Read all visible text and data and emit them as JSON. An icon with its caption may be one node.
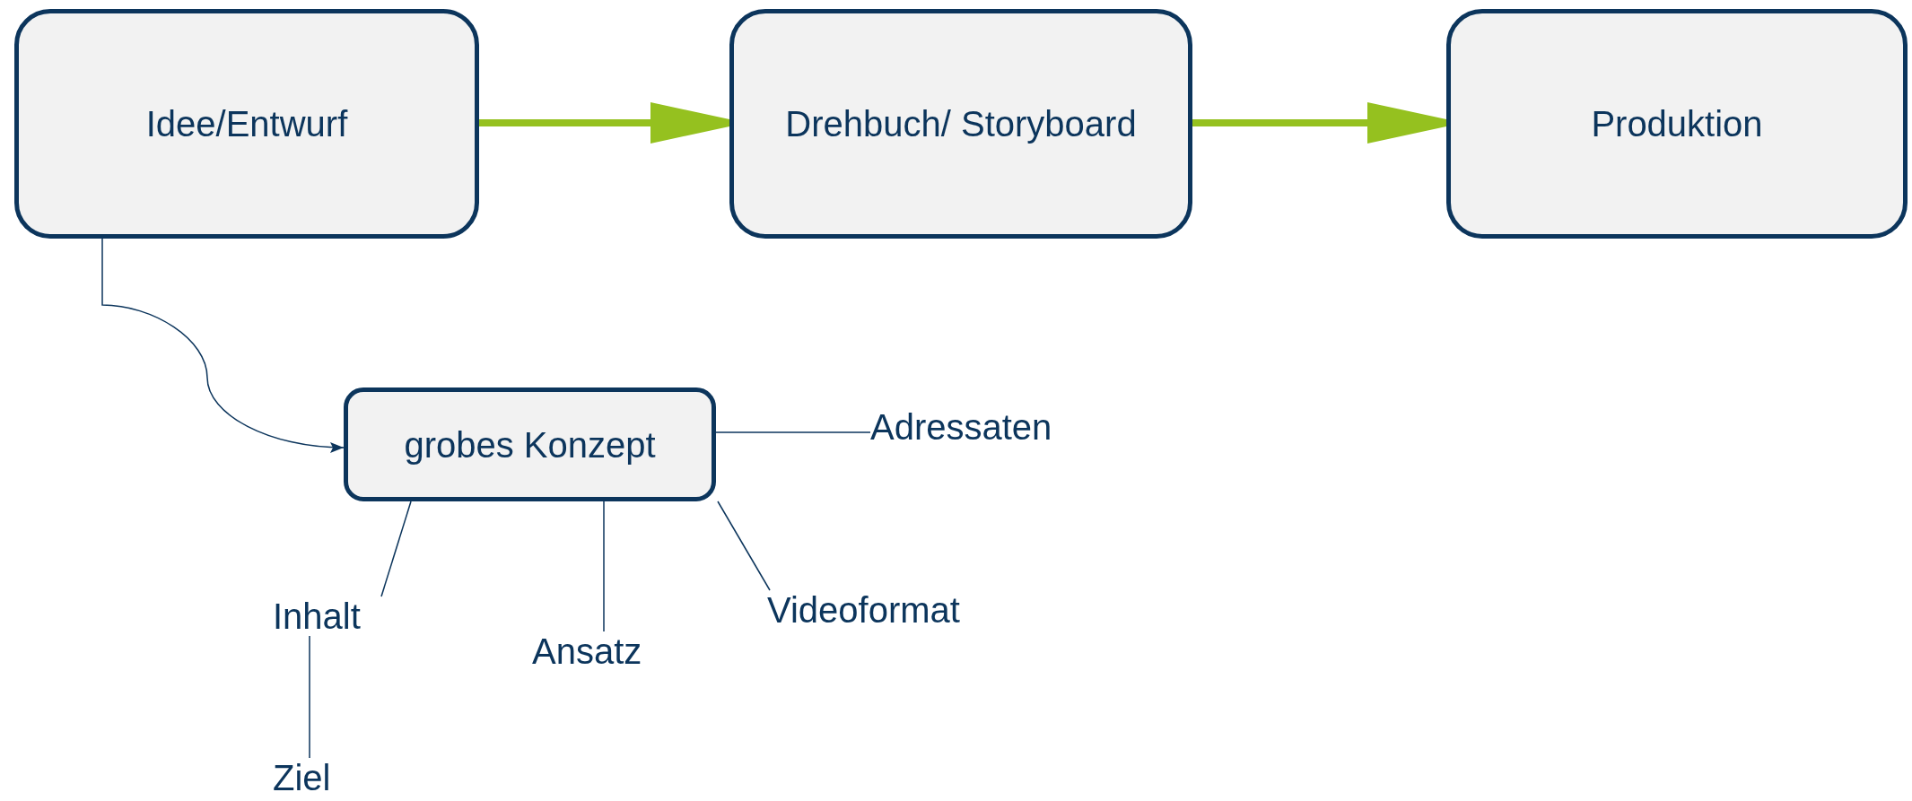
{
  "diagram": {
    "nodes": [
      {
        "text": [
          "Idee/Entwurf"
        ]
      },
      {
        "text": [
          "Drehbuch/ Storyboard"
        ]
      },
      {
        "text": [
          "Produktion"
        ]
      },
      {
        "text": [
          "grobes Konzept"
        ]
      },
      {
        "text": [
          "Adressaten"
        ]
      },
      {
        "text": [
          "Inhalt"
        ]
      },
      {
        "text": [
          "Ansatz"
        ]
      },
      {
        "text": [
          "Videoformat"
        ]
      },
      {
        "text": [
          "Ziel"
        ]
      }
    ],
    "edges": [
      {
        "from": 0,
        "to": 1,
        "arrow": "to",
        "style": "thick",
        "color": "#95c11f"
      },
      {
        "from": 1,
        "to": 2,
        "arrow": "to",
        "style": "thick",
        "color": "#95c11f"
      },
      {
        "from": 0,
        "to": 3,
        "arrow": "to"
      },
      {
        "from": 3,
        "to": 4,
        "arrow": "none"
      },
      {
        "from": 3,
        "to": 5,
        "arrow": "none"
      },
      {
        "from": 3,
        "to": 6,
        "arrow": "none"
      },
      {
        "from": 3,
        "to": 7,
        "arrow": "none"
      },
      {
        "from": 5,
        "to": 8,
        "arrow": "none"
      }
    ]
  }
}
